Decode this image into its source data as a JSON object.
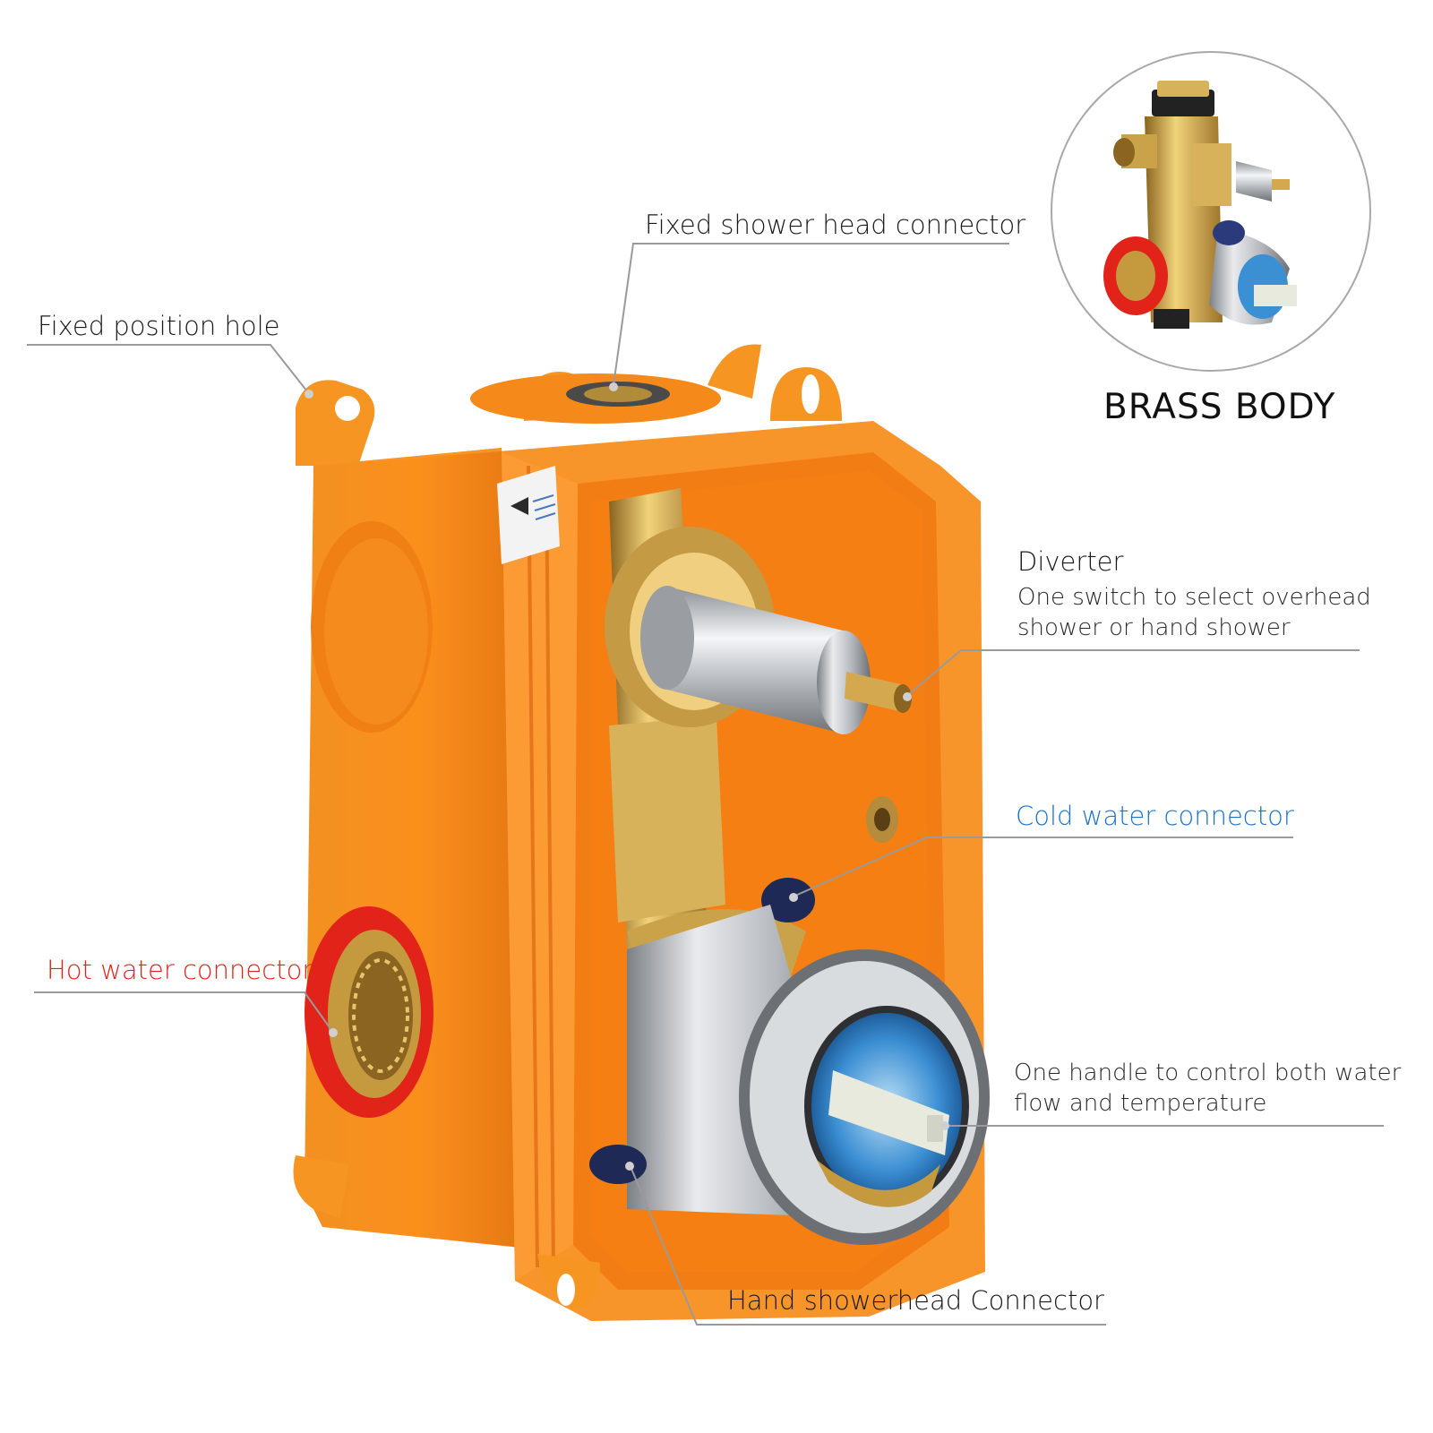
{
  "labels": {
    "fixed_shower_head": "Fixed shower head connector",
    "fixed_position_hole": "Fixed position hole",
    "diverter_title": "Diverter",
    "diverter_desc_1": "One switch to select overhead",
    "diverter_desc_2": "shower or hand shower",
    "cold_water": "Cold water connector",
    "hot_water": "Hot water connector",
    "handle_desc_1": "One handle to control both water",
    "handle_desc_2": "flow and temperature",
    "hand_shower": "Hand showerhead Connector",
    "brass_body": "BRASS BODY"
  },
  "colors": {
    "body_orange": "#f7891f",
    "hot_red": "#e2231a",
    "cold_blue": "#1a73c9",
    "brass": "#c9a24a",
    "chrome": "#cfd2d6",
    "leader_line": "#9a9a9a"
  }
}
